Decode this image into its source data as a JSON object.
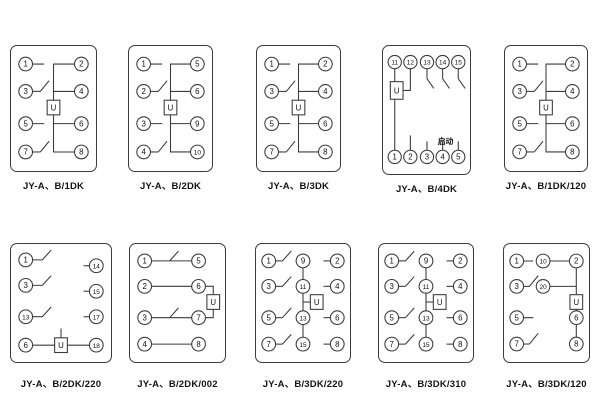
{
  "page": {
    "background": "#ffffff",
    "line_color": "#3b3b3b",
    "text_color": "#111111"
  },
  "panels": [
    {
      "label": "JY-A、B/1DK",
      "coil": "U",
      "left": [
        "1",
        "3",
        "5",
        "7"
      ],
      "right": [
        "2",
        "4",
        "6",
        "8"
      ]
    },
    {
      "label": "JY-A、B/2DK",
      "coil": "U",
      "left": [
        "1",
        "2",
        "3",
        "4"
      ],
      "right": [
        "5",
        "6",
        "9",
        "10"
      ]
    },
    {
      "label": "JY-A、B/3DK",
      "coil": "U",
      "left": [
        "1",
        "3",
        "5",
        "7"
      ],
      "right": [
        "2",
        "4",
        "6",
        "8"
      ]
    },
    {
      "label": "JY-A、B/4DK",
      "coil": "U",
      "top": [
        "11",
        "12",
        "13",
        "14",
        "15"
      ],
      "bottom": [
        "1",
        "2",
        "3",
        "4",
        "5"
      ],
      "note": "启动"
    },
    {
      "label": "JY-A、B/1DK/120",
      "coil": "U",
      "left": [
        "1",
        "3",
        "5",
        "7"
      ],
      "right": [
        "2",
        "4",
        "6",
        "8"
      ]
    },
    {
      "label": "JY-A、B/2DK/220",
      "coil": "U",
      "left": [
        "1",
        "3",
        "13"
      ],
      "right": [
        "14",
        "15",
        "17"
      ],
      "bottom_left": "6",
      "bottom_right": "18"
    },
    {
      "label": "JY-A、B/2DK/002",
      "coil": "U",
      "left": [
        "1",
        "2",
        "3",
        "4"
      ],
      "right": [
        "5",
        "6",
        "7",
        "8"
      ]
    },
    {
      "label": "JY-A、B/3DK/220",
      "coil": "U",
      "left": [
        "1",
        "3",
        "5",
        "7"
      ],
      "mid": [
        "9",
        "11",
        "13",
        "15"
      ],
      "right": [
        "2",
        "4",
        "6",
        "8"
      ]
    },
    {
      "label": "JY-A、B/3DK/310",
      "coil": "U",
      "left": [
        "1",
        "3",
        "5",
        "7"
      ],
      "mid": [
        "9",
        "11",
        "13",
        "15"
      ],
      "right": [
        "2",
        "4",
        "6",
        "8"
      ]
    },
    {
      "label": "JY-A、B/3DK/120",
      "coil": "U",
      "left": [
        "1",
        "3",
        "5",
        "7"
      ],
      "mid": [
        "10",
        "20"
      ],
      "right": [
        "2",
        "6",
        "8"
      ]
    }
  ]
}
